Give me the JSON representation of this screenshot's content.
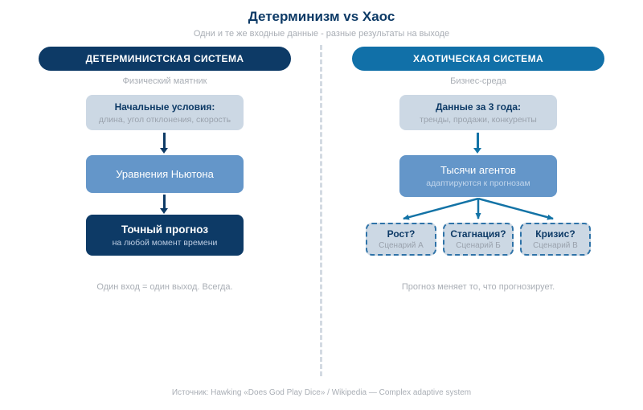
{
  "header": {
    "title": "Детерминизм vs Хаос",
    "subtitle": "Одни и те же входные данные - разные результаты на выходе"
  },
  "left": {
    "header": "ДЕТЕРМИНИСТСКАЯ СИСТЕМА",
    "context": "Физический маятник",
    "box1": {
      "title": "Начальные условия:",
      "subtitle": "длина, угол отклонения, скорость"
    },
    "box2": {
      "title": "Уравнения Ньютона"
    },
    "box3": {
      "title": "Точный прогноз",
      "subtitle": "на любой момент времени"
    },
    "caption": "Один вход = один выход. Всегда."
  },
  "right": {
    "header": "ХАОТИЧЕСКАЯ СИСТЕМА",
    "context": "Бизнес-среда",
    "box1": {
      "title": "Данные за 3 года:",
      "subtitle": "тренды, продажи, конкуренты"
    },
    "box2": {
      "title": "Тысячи агентов",
      "subtitle": "адаптируются к прогнозам"
    },
    "scenarios": [
      {
        "title": "Рост?",
        "subtitle": "Сценарий А"
      },
      {
        "title": "Стагнация?",
        "subtitle": "Сценарий Б"
      },
      {
        "title": "Кризис?",
        "subtitle": "Сценарий В"
      }
    ],
    "caption": "Прогноз меняет то, что прогнозирует."
  },
  "footer": "Источник: Hawking «Does God Play Dice» / Wikipedia — Complex adaptive system",
  "colors": {
    "navy": "#0d3a66",
    "header_blue": "#1170a8",
    "medium_blue": "#6496c9",
    "light_box": "#ccd8e4",
    "arrow_teal": "#1373a6",
    "dashed_border": "#2f73a8",
    "gray_text": "#a9aeb5"
  }
}
